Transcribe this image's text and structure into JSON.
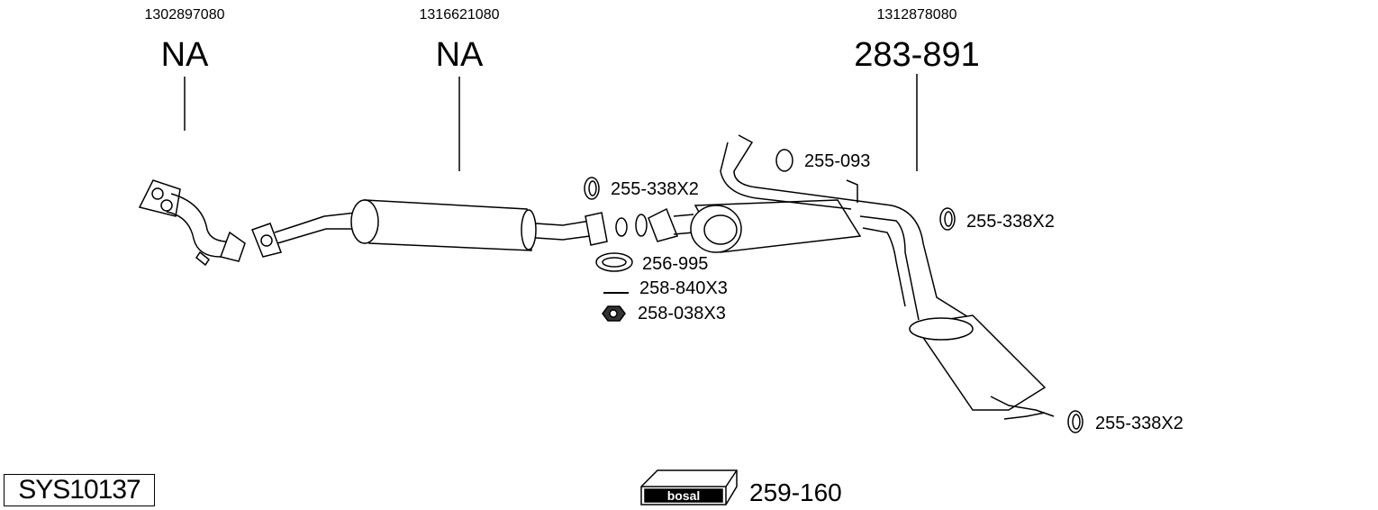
{
  "sections": [
    {
      "oe_number": "1302897080",
      "part": "NA"
    },
    {
      "oe_number": "1316621080",
      "part": "NA"
    },
    {
      "oe_number": "1312878080",
      "part": "283-891"
    }
  ],
  "accessories": [
    {
      "label": "255-338X2",
      "icon": "rubber-ring-icon"
    },
    {
      "label": "255-093",
      "icon": "rubber-mount-icon"
    },
    {
      "label": "255-338X2",
      "icon": "rubber-ring-icon"
    },
    {
      "label": "256-995",
      "icon": "gasket-ring-icon"
    },
    {
      "label": "258-840X3",
      "icon": "bolt-icon"
    },
    {
      "label": "258-038X3",
      "icon": "nut-icon"
    },
    {
      "label": "255-338X2",
      "icon": "rubber-ring-icon"
    }
  ],
  "system_id": "SYS10137",
  "kit": {
    "brand_logo": "bosal",
    "number": "259-160"
  }
}
